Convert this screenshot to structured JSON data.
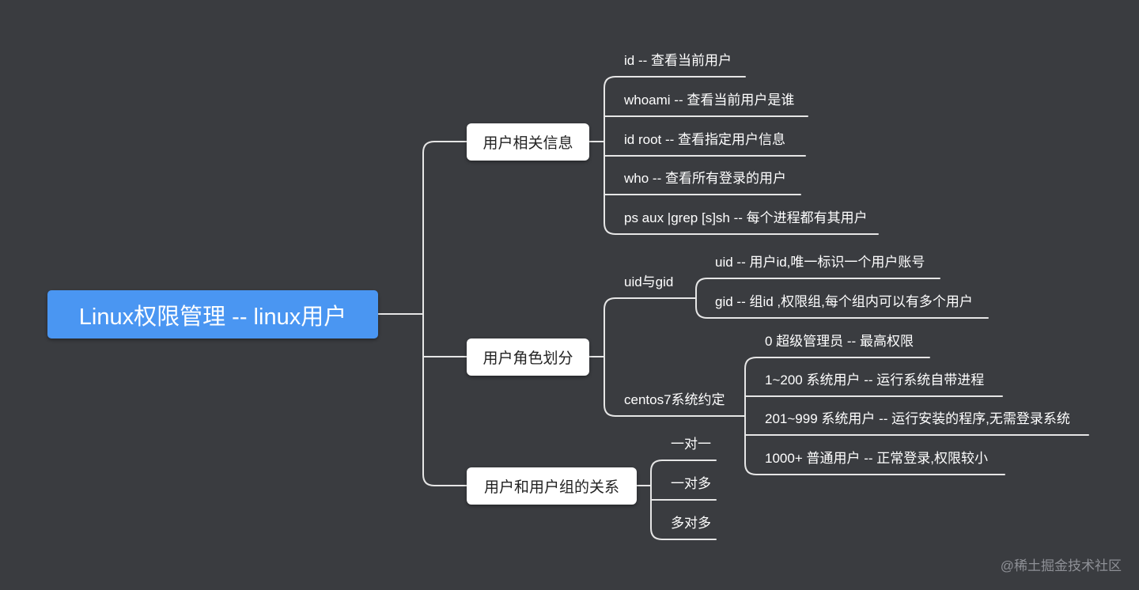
{
  "root": {
    "label": "Linux权限管理  -- linux用户"
  },
  "branches": {
    "user_info": {
      "label": "用户相关信息",
      "items": [
        "id  -- 查看当前用户",
        "whoami  -- 查看当前用户是谁",
        "id root  -- 查看指定用户信息",
        "who  -- 查看所有登录的用户",
        "ps aux |grep [s]sh  -- 每个进程都有其用户"
      ]
    },
    "user_roles": {
      "label": "用户角色划分",
      "uid_gid": {
        "label": "uid与gid",
        "items": [
          "uid  -- 用户id,唯一标识一个用户账号",
          "gid  -- 组id ,权限组,每个组内可以有多个用户"
        ]
      },
      "centos7": {
        "label": "centos7系统约定",
        "items": [
          "0  超级管理员  -- 最高权限",
          "1~200  系统用户  -- 运行系统自带进程",
          "201~999  系统用户  -- 运行安装的程序,无需登录系统",
          "1000+  普通用户  -- 正常登录,权限较小"
        ]
      }
    },
    "user_group_relation": {
      "label": "用户和用户组的关系",
      "items": [
        "一对一",
        "一对多",
        "多对多"
      ]
    }
  },
  "watermark": "@稀土掘金技术社区",
  "colors": {
    "background": "#3a3c40",
    "root_fill": "#4a96f2",
    "branch_fill": "#ffffff",
    "connector": "#e8e8e8",
    "text_light": "#ffffff"
  }
}
